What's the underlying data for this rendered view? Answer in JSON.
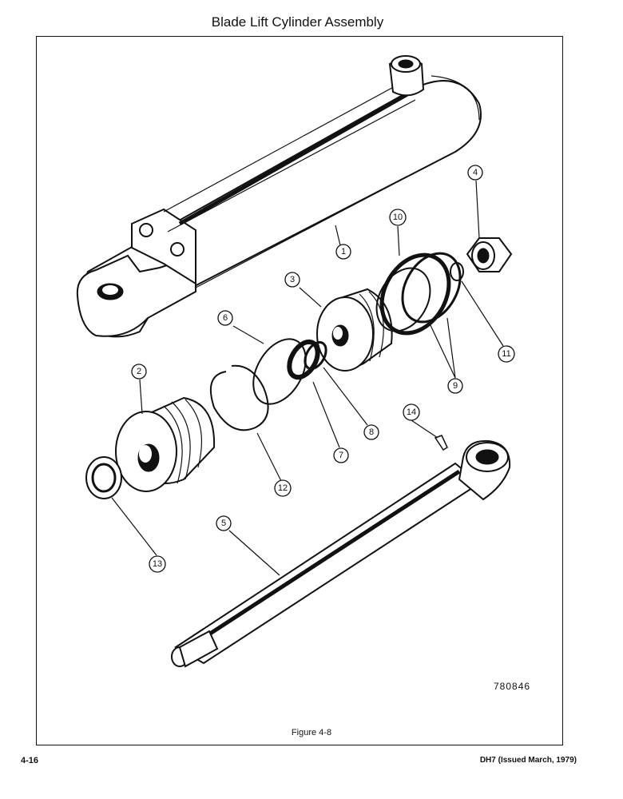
{
  "title": "Blade Lift Cylinder Assembly",
  "figure": {
    "drawing_number": "780846",
    "caption": "Figure 4-8",
    "callouts": [
      "1",
      "2",
      "3",
      "4",
      "5",
      "6",
      "7",
      "8",
      "9",
      "10",
      "11",
      "12",
      "13",
      "14"
    ]
  },
  "footer": {
    "page_number": "4-16",
    "document_ref": "DH7 (Issued March, 1979)"
  }
}
